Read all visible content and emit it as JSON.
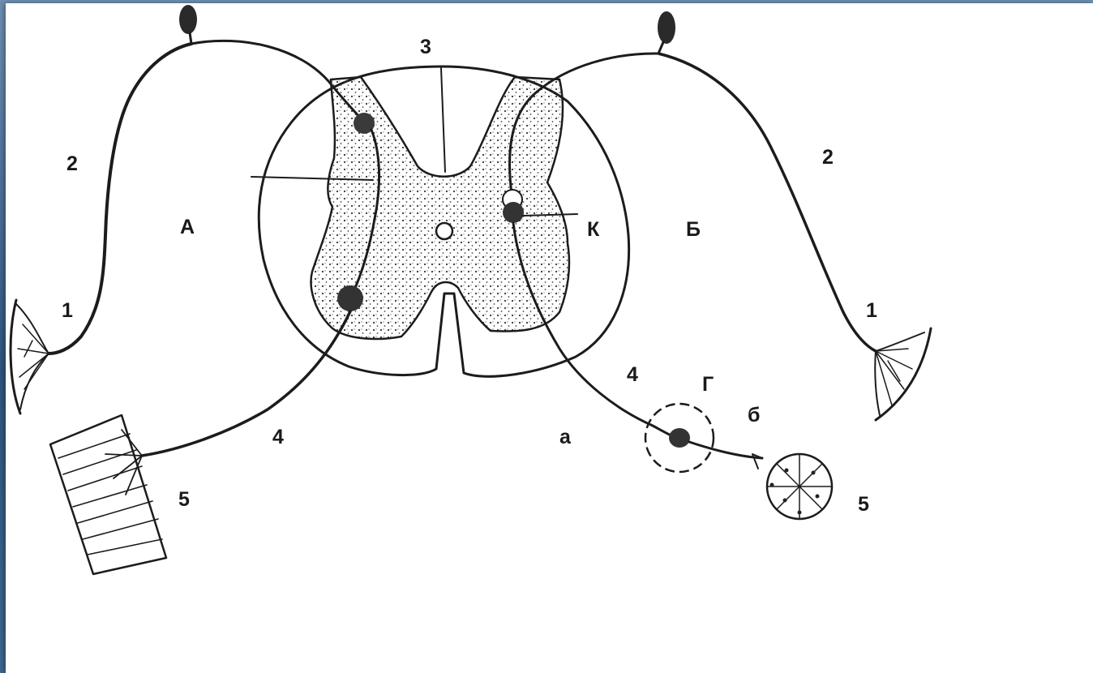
{
  "labels": {
    "left_receptor": "1",
    "right_receptor": "1",
    "left_afferent": "2",
    "right_afferent": "2",
    "top_fissure": "3",
    "left_efferent": "4",
    "right_efferent": "4",
    "left_effector": "5",
    "right_effector": "5",
    "left_arc": "А",
    "right_arc": "Б",
    "neuron_k": "К",
    "ganglion": "Г",
    "preganglionic": "а",
    "postganglionic": "б"
  },
  "colors": {
    "ink": "#1c1c1c",
    "paper": "#ffffff",
    "frame": "#3d5f86"
  }
}
